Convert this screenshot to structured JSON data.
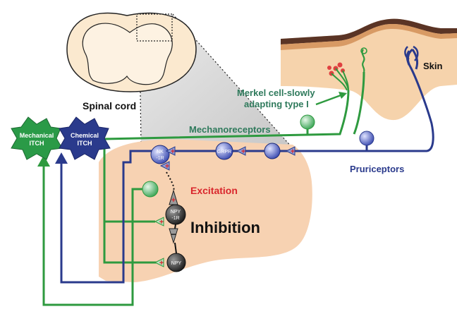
{
  "labels": {
    "spinal_cord": "Spinal cord",
    "skin": "Skin",
    "merkel_line1": "Merkel cell-slowly",
    "merkel_line2": "adapting type I",
    "mechanoreceptors": "Mechanoreceptors",
    "pruriceptors": "Pruriceptors",
    "excitation": "Excitation",
    "inhibition": "Inhibition",
    "mechanical_line1": "Mechanical",
    "mechanical_line2": "ITCH",
    "chemical_line1": "Chemical",
    "chemical_line2": "ITCH"
  },
  "neurons": {
    "nk1r_line1": "NK",
    "nk1r_line2": "-1R",
    "grpr": "GRPR",
    "npy1r_line1": "NPY",
    "npy1r_line2": "-1R",
    "npy": "NPY"
  },
  "synapse_signs": {
    "plus": "+",
    "minus": "−"
  },
  "colors": {
    "mechanoreceptor_green": "#2e9a3f",
    "pruriceptor_blue": "#2a3a8c",
    "excitation_red": "#d9262c",
    "merkel_text": "#2f7a5c",
    "dorsal_horn_fill": "#f7d2b2",
    "skin_fill": "#f6d3ac"
  }
}
